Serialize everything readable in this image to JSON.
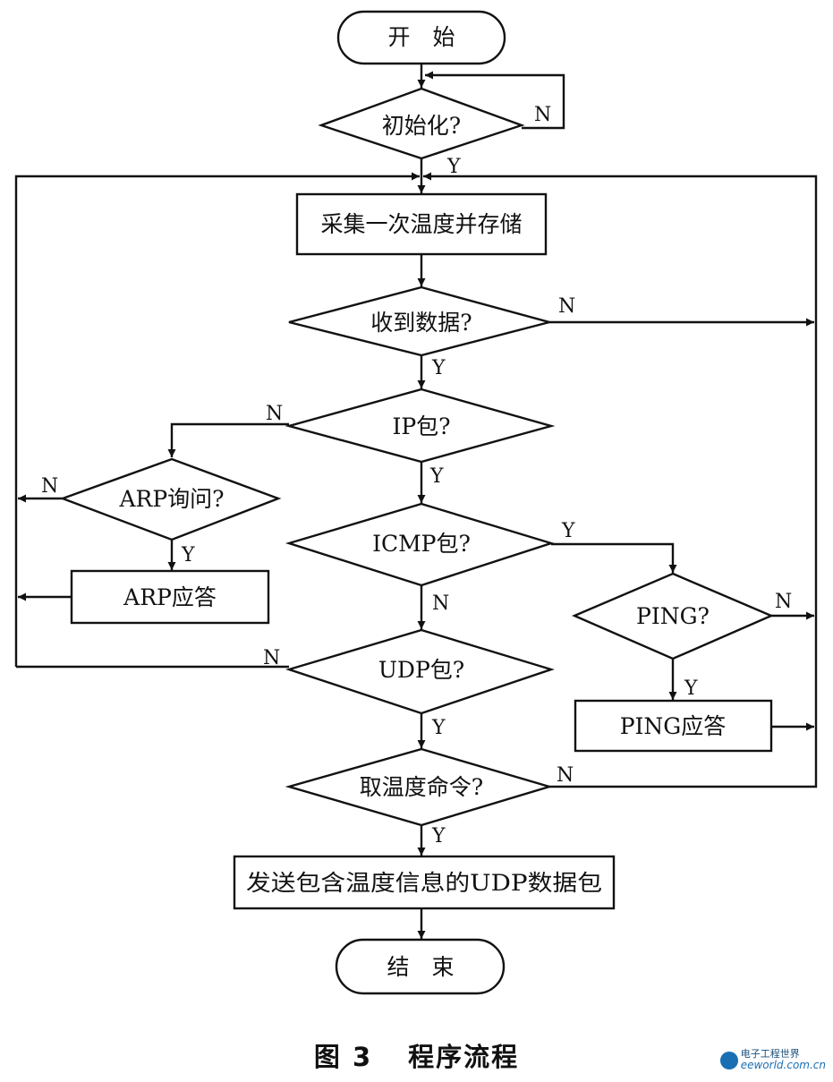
{
  "nodes": {
    "start": "开　始",
    "init": "初始化?",
    "collect": "采集一次温度并存储",
    "recv": "收到数据?",
    "ip": "IP包?",
    "arp_query": "ARP询问?",
    "icmp": "ICMP包?",
    "arp_reply": "ARP应答",
    "ping": "PING?",
    "udp": "UDP包?",
    "ping_reply": "PING应答",
    "temp_cmd": "取温度命令?",
    "send": "发送包含温度信息的UDP数据包",
    "end": "结　束"
  },
  "branch_labels": {
    "init_n": "N",
    "init_y": "Y",
    "recv_n": "N",
    "recv_y": "Y",
    "ip_n": "N",
    "ip_y": "Y",
    "arp_n": "N",
    "arp_y": "Y",
    "icmp_y": "Y",
    "icmp_n": "N",
    "ping_n": "N",
    "ping_y": "Y",
    "udp_n": "N",
    "udp_y": "Y",
    "temp_n": "N",
    "temp_y": "Y"
  },
  "caption": {
    "fig": "图 3",
    "title": "程序流程"
  },
  "watermark": {
    "site": "eeworld.com.cn",
    "name": "电子工程世界"
  }
}
